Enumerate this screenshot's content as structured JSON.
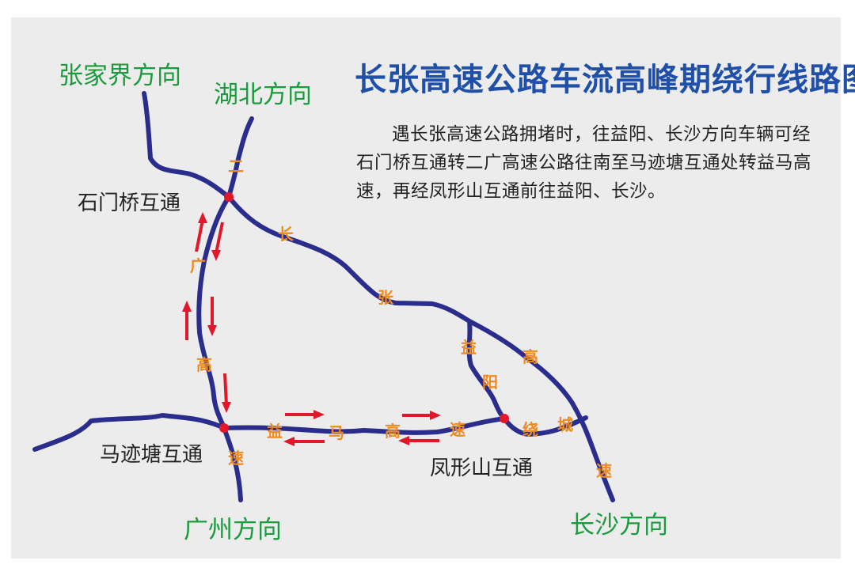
{
  "title": "长张高速公路车流高峰期绕行线路图",
  "description": "遇长张高速公路拥堵时，往益阳、长沙方向车辆可经石门桥互通转二广高速公路往南至马迹塘互通处转益马高速，再经凤形山互通前往益阳、长沙。",
  "directions": {
    "zhangjiajie": "张家界方向",
    "hubei": "湖北方向",
    "guangzhou": "广州方向",
    "changsha": "长沙方向"
  },
  "interchanges": {
    "shimenqiao": "石门桥互通",
    "majitang": "马迹塘互通",
    "fengxingshan": "凤形山互通"
  },
  "road_chars": {
    "erguang": [
      "二",
      "广",
      "高",
      "速"
    ],
    "changzhang": [
      "长",
      "张",
      "高",
      "速"
    ],
    "yima": [
      "益",
      "马",
      "高",
      "速"
    ],
    "yiyang": [
      "益",
      "阳"
    ],
    "raocheng": [
      "绕",
      "城"
    ]
  },
  "colors": {
    "road": "#2a2d8c",
    "interchange": "#e0182a",
    "arrow": "#e0182a",
    "road_text": "#ee8a1e",
    "title": "#1f4fa8",
    "direction_text": "#1b9a3e"
  }
}
